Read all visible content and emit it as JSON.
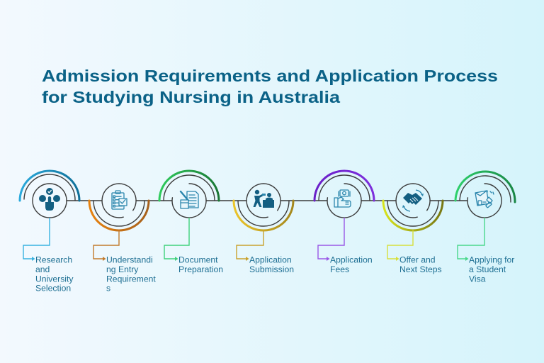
{
  "title": {
    "line1": "Admission Requirements and Application Process",
    "line2": "for Studying Nursing in Australia"
  },
  "colors": {
    "title": "#0b6287",
    "label_text": "#1e6f93",
    "background_left": "#f3f9fe",
    "background_right": "#d5f4fb",
    "track": "#3b3b3b",
    "icon_dark": "#135f82",
    "icon_light": "#2b86ad"
  },
  "steps": [
    {
      "label": "Research and University Selection",
      "label_lines": [
        "Research",
        "and",
        "University",
        "Selection"
      ],
      "icon": "hand-pointer-network-icon",
      "arc_position": "top",
      "color_light": "#2aaadc",
      "color_dark": "#0f6f98",
      "connector_color": "#38b2e0"
    },
    {
      "label": "Understanding Entry Requirements",
      "label_lines": [
        "Understandi",
        "ng Entry",
        "Requirement",
        "s"
      ],
      "icon": "clipboard-checklist-icon",
      "arc_position": "bottom",
      "color_light": "#e8820f",
      "color_dark": "#a5601c",
      "connector_color": "#c27a2c"
    },
    {
      "label": "Document Preparation",
      "label_lines": [
        "Document",
        "Preparation"
      ],
      "icon": "document-pencil-icon",
      "arc_position": "top",
      "color_light": "#2fcc5c",
      "color_dark": "#1a7634",
      "connector_color": "#40d27c"
    },
    {
      "label": "Application Submission",
      "label_lines": [
        "Application",
        "Submission"
      ],
      "icon": "person-at-desk-icon",
      "arc_position": "bottom",
      "color_light": "#ecc52a",
      "color_dark": "#a4871c",
      "connector_color": "#c9a22e"
    },
    {
      "label": "Application Fees",
      "label_lines": [
        "Application",
        "Fees"
      ],
      "icon": "hand-money-icon",
      "arc_position": "top",
      "color_light": "#6a1fc8",
      "color_dark": "#7d2fdc",
      "connector_color": "#9a58e6"
    },
    {
      "label": "Offer and Next Steps",
      "label_lines": [
        "Offer and",
        "Next Steps"
      ],
      "icon": "handshake-icon",
      "arc_position": "bottom",
      "color_light": "#d8e41c",
      "color_dark": "#777712",
      "connector_color": "#d7e03c"
    },
    {
      "label": "Applying for a Student Visa",
      "label_lines": [
        "Applying for",
        "a Student",
        "Visa"
      ],
      "icon": "passport-stamp-icon",
      "arc_position": "top",
      "color_light": "#2fd26c",
      "color_dark": "#188644",
      "connector_color": "#4ad88c"
    }
  ]
}
